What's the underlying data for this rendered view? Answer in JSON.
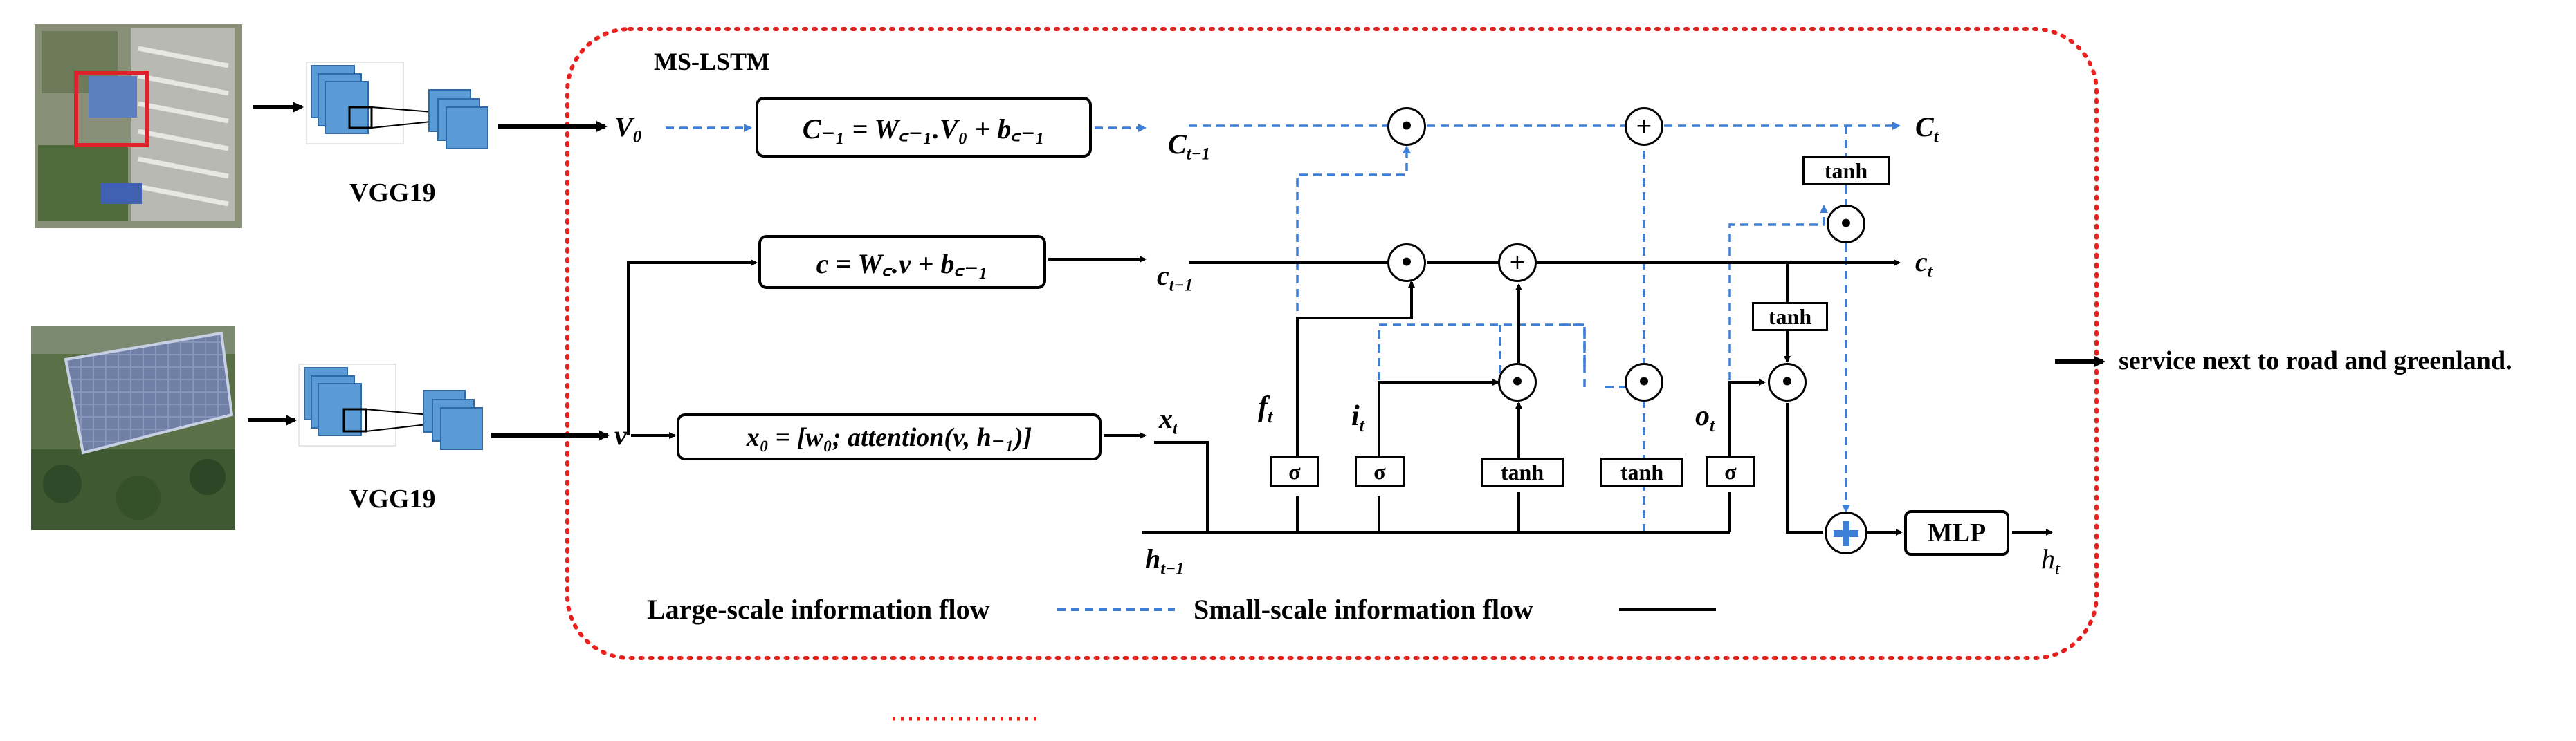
{
  "model": {
    "title": "MS-LSTM"
  },
  "encoders": [
    {
      "label": "VGG19"
    },
    {
      "label": "VGG19"
    }
  ],
  "inputs": {
    "v0": "V",
    "v0_sub": "0",
    "v": "v"
  },
  "boxes": {
    "large_init": "C₋₁ = W꜀₋₁.V₀ + b꜀₋₁",
    "small_init": "c = W꜀.v + b꜀₋₁",
    "x0": "x₀ = [w₀; attention(v, h₋₁)]",
    "mlp": "MLP"
  },
  "states": {
    "C_prev": "C",
    "C_prev_sub": "t−1",
    "C_t": "C",
    "C_t_sub": "t",
    "c_prev": "c",
    "c_prev_sub": "t−1",
    "c_t": "c",
    "c_t_sub": "t",
    "x_t": "x",
    "x_t_sub": "t",
    "h_prev": "h",
    "h_prev_sub": "t−1",
    "h_t": "h",
    "h_t_sub": "t"
  },
  "gates": {
    "f": "f",
    "f_sub": "t",
    "i": "i",
    "i_sub": "t",
    "o": "o",
    "o_sub": "t",
    "sigma": "σ",
    "tanh": "tanh"
  },
  "operators": {
    "mul": "•",
    "add": "+"
  },
  "output_caption": "service  next to road and greenland.",
  "legend": {
    "large": "Large-scale information flow",
    "small": "Small-scale information flow"
  },
  "colors": {
    "large_flow": "#3d7fd6",
    "small_flow": "#000000",
    "module_border": "#e8201e",
    "vgg_blue": "#5b9bd5"
  }
}
